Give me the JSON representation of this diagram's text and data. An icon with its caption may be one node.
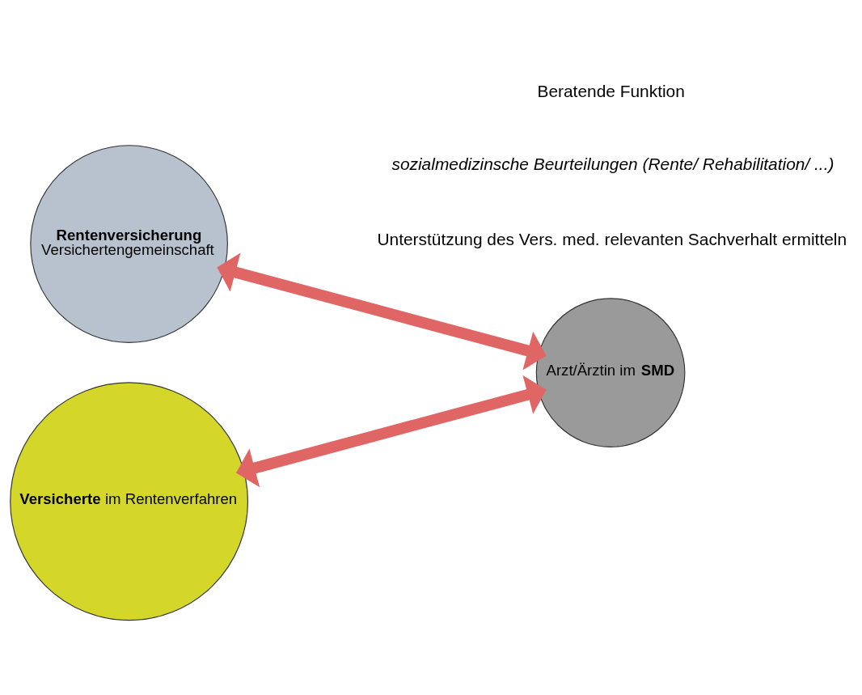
{
  "diagram": {
    "nodes": [
      {
        "text": [
          "Rentenversicherung",
          "Versichertengemeinschaft"
        ]
      },
      {
        "text": [
          "**Versicherte** im Rentenverfahren"
        ]
      },
      {
        "text": [
          "Arzt/Ärztin im **SMD**"
        ]
      }
    ],
    "edges": [
      {
        "from": 0,
        "to": 2,
        "arrow": "both"
      },
      {
        "from": 1,
        "to": 2,
        "arrow": "both"
      }
    ],
    "labels": [
      "Beratende Funktion",
      "sozialmedizinsche Beurteilungen (Rente/ Rehabilitation/ ...)",
      "Unterstützung des Vers. med. relevanten Sachverhalt ermitteln"
    ]
  }
}
